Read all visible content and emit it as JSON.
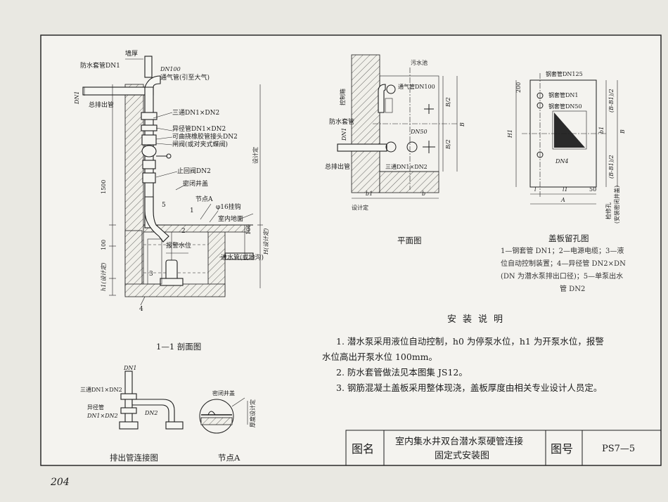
{
  "section": {
    "title": "1—1 剖面图",
    "labels": {
      "wall_thickness": "墙厚",
      "waterproof_sleeve": "防水套管DN1",
      "dn100": "DN100",
      "vent_pipe": "通气管(引至大气)",
      "dn1": "DN1",
      "main_outlet": "总排出管",
      "tee": "三通DN1×DN2",
      "reducer": "异径管DN1×DN2",
      "flex_joint": "可曲挠橡胶管接头DN2",
      "gate_valve": "闸阀(或对夹式蝶阀)",
      "check_valve": "止回阀DN2",
      "sealed_cover": "密闭井盖",
      "node_a": "节点A",
      "hook": "φ16挂钩",
      "design_level": "设计定",
      "indoor_floor": "室内地面",
      "dim_100": "100",
      "h_design": "H(设计定)",
      "alarm_level": "报警水位",
      "inlet": "进水管(或地沟)",
      "dim_1500": "1500",
      "dim_100b": "100",
      "h1_design": "h1(设计定)",
      "n1": "1",
      "n2": "2",
      "n3": "3",
      "n4": "4",
      "n5": "5"
    }
  },
  "plan": {
    "title": "平面图",
    "labels": {
      "sewage_pool": "污水池",
      "control_box": "控制箱",
      "vent": "通气管DN100",
      "dn50": "DN50",
      "sleeve": "防水套管",
      "dn1": "DN1",
      "outlet": "总排出管",
      "tee": "三通DN1×DN2",
      "design": "设计定",
      "b1": "b1",
      "b": "b",
      "b2a": "B/2",
      "b2b": "B/2",
      "bb": "B"
    }
  },
  "cover": {
    "title": "盖板留孔图",
    "labels": {
      "steel125": "钢套管DN125",
      "steel_dn1": "钢套管DN1",
      "steel50": "钢套管DN50",
      "dn4": "DN4",
      "dim200": "200",
      "b1": "b1",
      "bb": "B",
      "b1a": "(B-B1)/2",
      "b1b": "(B-B1)/2",
      "h1": "H1",
      "dim50": "50",
      "l1": "l",
      "l2": "l1",
      "a": "A",
      "inspection": "检修孔",
      "inspection2": "(安装密闭井盖)"
    },
    "legend": [
      "1—钢套管 DN1；2—电源电缆；3—液",
      "位自动控制装置；4—异径管 DN2×DN",
      "(DN 为潜水泵排出口径)；5—单泵出水",
      "管 DN2"
    ]
  },
  "notes": {
    "title": "安装说明",
    "items": [
      "1. 潜水泵采用液位自动控制，h0 为停泵水位，h1 为开泵水位，报警",
      "水位高出开泵水位 100mm。",
      "2. 防水套管做法见本图集 JS12。",
      "3. 钢筋混凝土盖板采用整体现浇，盖板厚度由相关专业设计人员定。"
    ]
  },
  "outlet_detail": {
    "title": "排出管连接图",
    "labels": {
      "dn1": "DN1",
      "tee": "三通DN1×DN2",
      "reducer": "异径管",
      "reducer2": "DN1×DN2",
      "dn2": "DN2"
    }
  },
  "node_detail": {
    "title": "节点A",
    "labels": {
      "cover": "密闭井盖",
      "thickness": "厚度设计定"
    }
  },
  "title_block": {
    "name_label": "图名",
    "name_line1": "室内集水井双台潜水泵硬管连接",
    "name_line2": "固定式安装图",
    "number_label": "图号",
    "number": "PS7—5"
  },
  "page_number": "204"
}
